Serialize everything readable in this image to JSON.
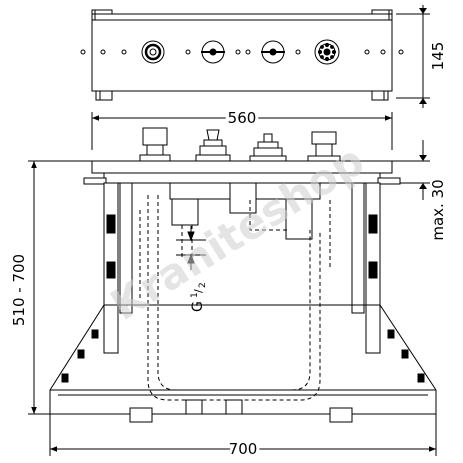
{
  "watermark": "Kraniteshop",
  "dimensions": {
    "top_height": "145",
    "top_width": "560",
    "max_offset": "max. 30",
    "total_height": "510 - 700",
    "bottom_width": "700"
  },
  "thread_label": "G",
  "thread_fraction_num": "1",
  "thread_fraction_den": "2"
}
